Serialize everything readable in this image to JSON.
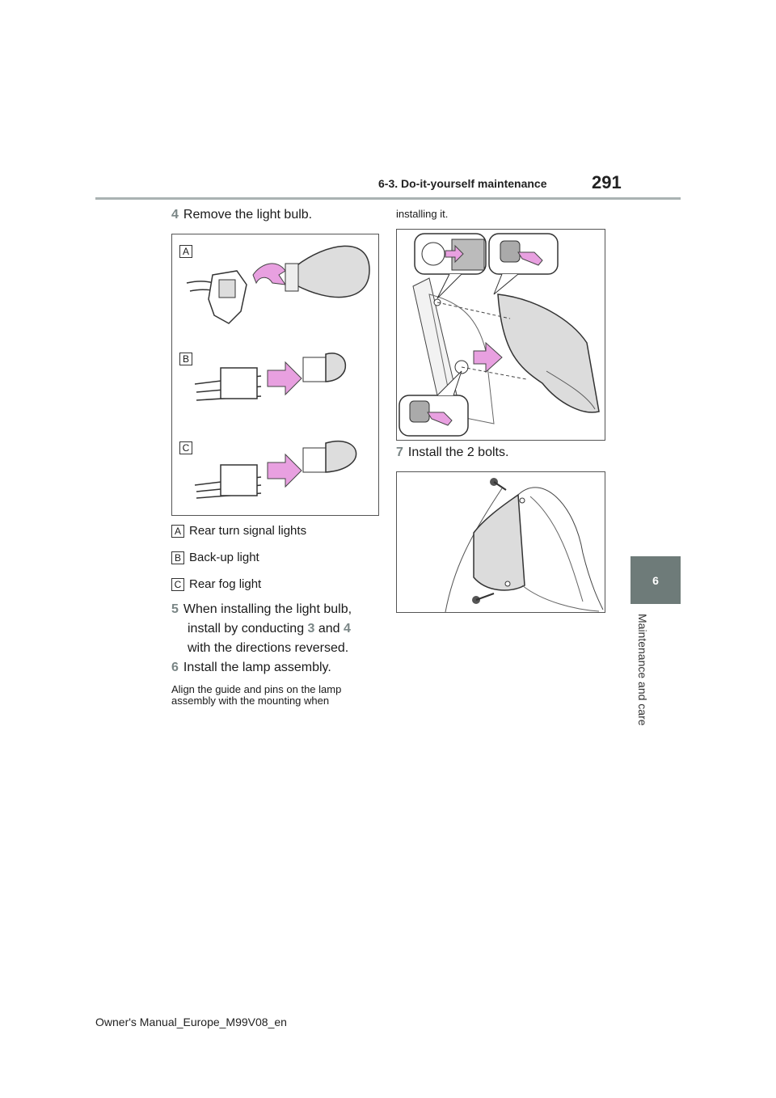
{
  "header": {
    "section": "6-3. Do-it-yourself maintenance",
    "page_number": "291"
  },
  "side_tab": {
    "number": "6",
    "label": "Maintenance and care"
  },
  "left": {
    "step4": {
      "num": "4",
      "text": "Remove the light bulb."
    },
    "figure_labels": [
      "A",
      "B",
      "C"
    ],
    "legend": [
      {
        "key": "A",
        "text": "Rear turn signal lights"
      },
      {
        "key": "B",
        "text": "Back-up light"
      },
      {
        "key": "C",
        "text": "Rear fog light"
      }
    ],
    "step5": {
      "num": "5",
      "line1": "When installing the light bulb,",
      "line2a": "install by conducting ",
      "ref3": "3",
      "and": " and ",
      "ref4": "4",
      "line3": "with the directions reversed."
    },
    "step6": {
      "num": "6",
      "text": "Install the lamp assembly."
    },
    "note": {
      "line1": "Align the guide and pins on the lamp",
      "line2": "assembly with the mounting when"
    }
  },
  "right": {
    "note_cont": "installing it.",
    "step7": {
      "num": "7",
      "text": "Install the 2 bolts."
    }
  },
  "footer": "Owner's Manual_Europe_M99V08_en",
  "colors": {
    "accent_gray": "#7a8686",
    "arrow_pink": "#e8a0e0",
    "tab_bg": "#6e7b79"
  }
}
